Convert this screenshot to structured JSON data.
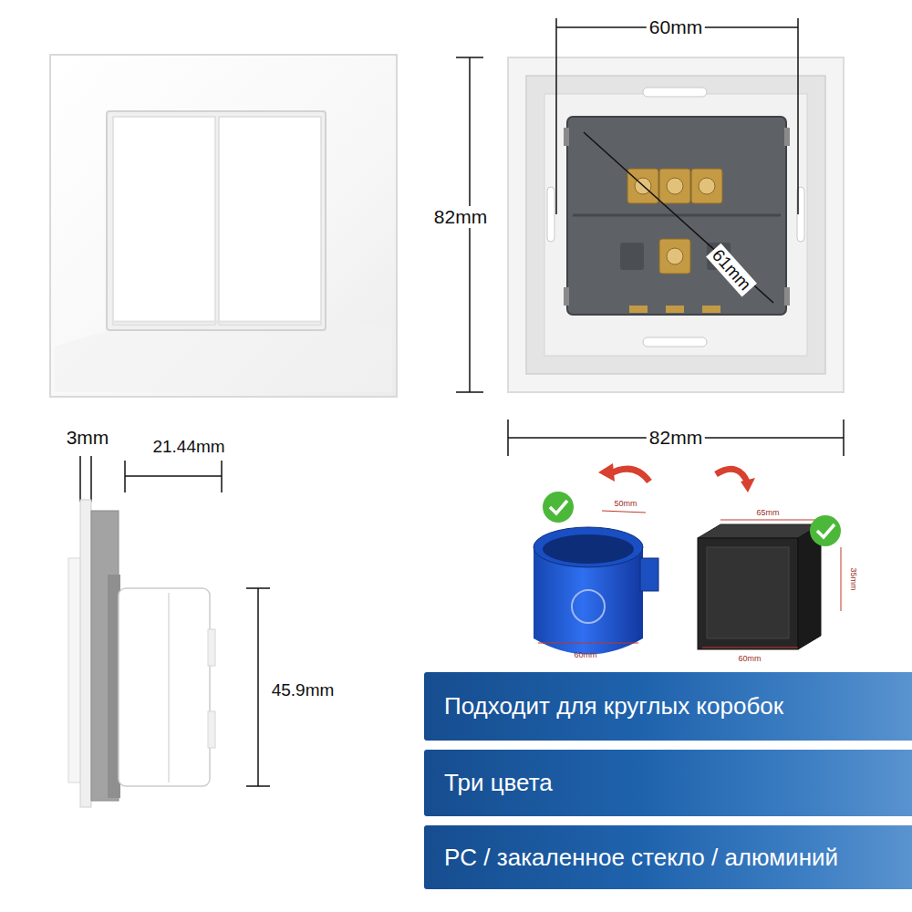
{
  "diagram": {
    "nodes": [
      {
        "text": [
          "Подходит для круглых коробок"
        ]
      },
      {
        "text": [
          "Три цвета"
        ]
      },
      {
        "text": [
          "PC / закаленное стекло / алюминий"
        ]
      }
    ],
    "labels": [
      "60mm",
      "82mm",
      "61mm",
      "82mm",
      "3mm",
      "21.44mm",
      "45.9mm",
      "50mm",
      "60mm",
      "65mm",
      "35mm",
      "60mm"
    ]
  }
}
